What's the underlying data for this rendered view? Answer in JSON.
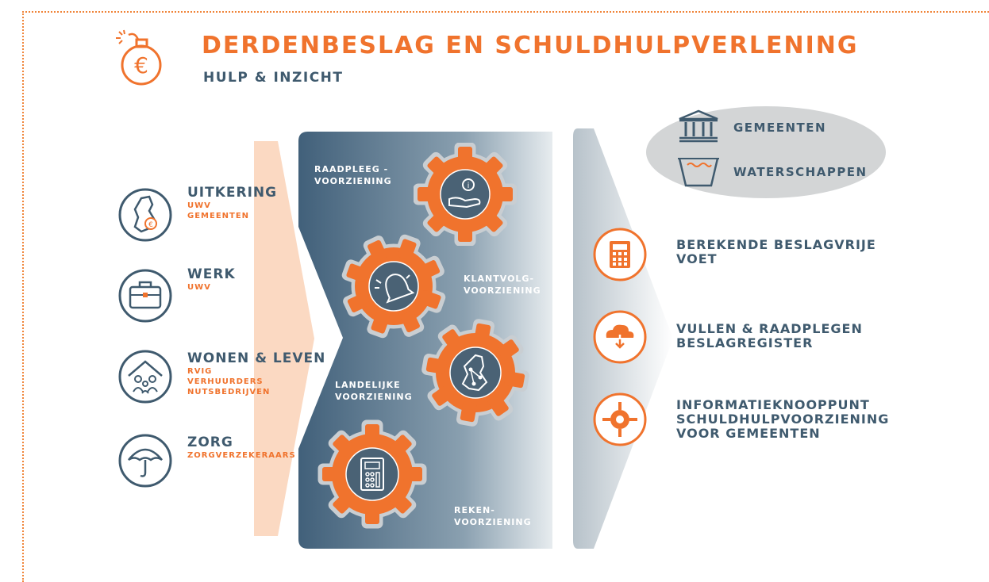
{
  "header": {
    "title": "DERDENBESLAG EN SCHULDHULPVERLENING",
    "subtitle": "HULP & INZICHT"
  },
  "sources": [
    {
      "title": "UITKERING",
      "subs": [
        "UWV",
        "GEMEENTEN"
      ],
      "icon": "netherlands-map-euro-icon"
    },
    {
      "title": "WERK",
      "subs": [
        "UWV"
      ],
      "icon": "briefcase-icon"
    },
    {
      "title": "WONEN & LEVEN",
      "subs": [
        "RVIG",
        "VERHUURDERS",
        "NUTSBEDRIJVEN"
      ],
      "icon": "house-family-icon"
    },
    {
      "title": "ZORG",
      "subs": [
        "ZORGVERZEKERAARS"
      ],
      "icon": "umbrella-icon"
    }
  ],
  "services": {
    "raadpleeg": [
      "RAADPLEEG -",
      "VOORZIENING"
    ],
    "klantvolg": [
      "KLANTVOLG-",
      "VOORZIENING"
    ],
    "landelijke": [
      "LANDELIJKE",
      "VOORZIENING"
    ],
    "reken": [
      "REKEN-",
      "VOORZIENING"
    ]
  },
  "organizations": [
    "GEMEENTEN",
    "WATERSCHAPPEN"
  ],
  "results": [
    {
      "lines": [
        "BEREKENDE BESLAGVRIJE",
        "VOET"
      ],
      "icon": "calculator-icon"
    },
    {
      "lines": [
        "VULLEN & RAADPLEGEN",
        "BESLAGREGISTER"
      ],
      "icon": "cloud-download-icon"
    },
    {
      "lines": [
        "INFORMATIEKNOOPPUNT",
        "SCHULDHULPVOORZIENING",
        "VOOR GEMEENTEN"
      ],
      "icon": "network-node-icon"
    }
  ],
  "colors": {
    "orange": "#f0732d",
    "navy": "#3f5a6e",
    "peach": "#fbd9c2",
    "oval_grey": "#d3d5d6"
  }
}
